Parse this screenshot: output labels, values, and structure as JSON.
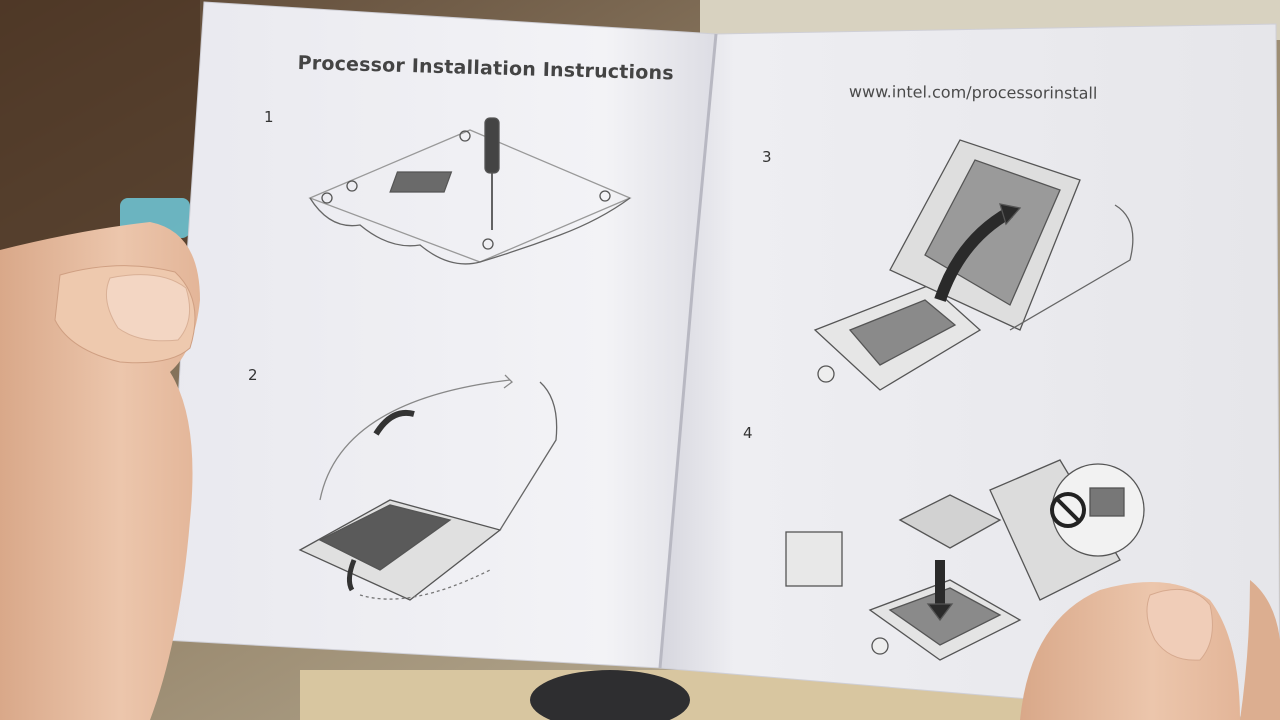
{
  "booklet": {
    "left_page": {
      "title": "Processor Installation Instructions",
      "steps": [
        {
          "number": "1",
          "illustration": "remove-board-screws"
        },
        {
          "number": "2",
          "illustration": "open-socket-lever"
        }
      ]
    },
    "right_page": {
      "url": "www.intel.com/processorinstall",
      "steps": [
        {
          "number": "3",
          "illustration": "lift-load-plate"
        },
        {
          "number": "4",
          "illustration": "insert-processor"
        }
      ]
    }
  },
  "colors": {
    "paper": "#f2f2f4",
    "paper_shadow": "#dcdce2",
    "line_art": "#555555",
    "skin": "#e8bfa3",
    "background_wood": "#7a5a3a"
  }
}
